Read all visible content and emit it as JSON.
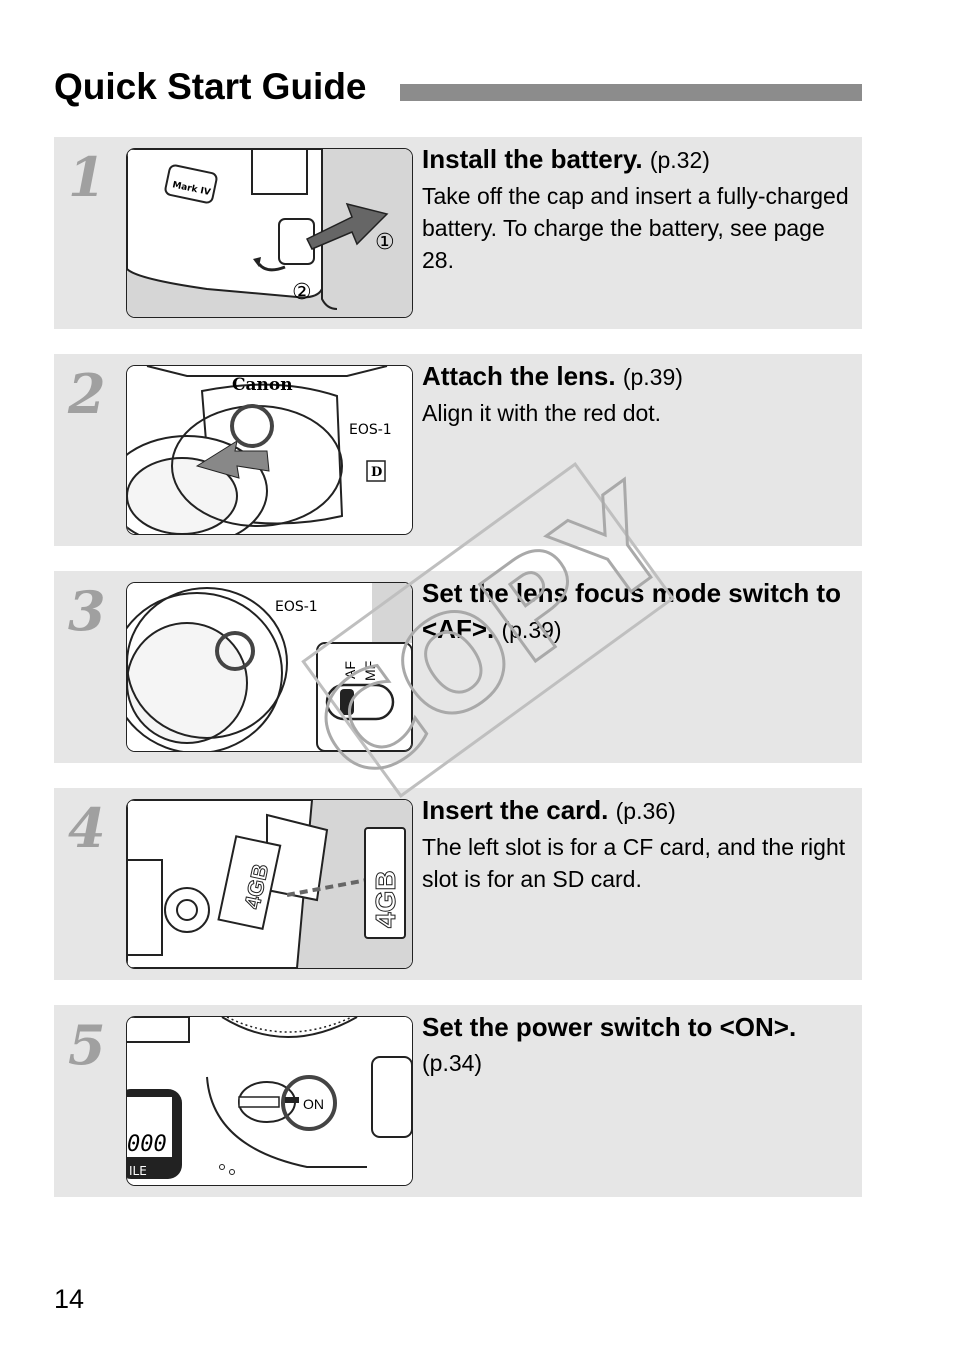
{
  "page": {
    "title": "Quick Start Guide",
    "number": "14",
    "watermark": "COPY"
  },
  "steps": [
    {
      "num": "1",
      "heading": "Install the battery.",
      "ref": "(p.32)",
      "body": "Take off the cap and insert a fully-charged battery. To charge the battery, see page 28.",
      "callouts": [
        "①",
        "②"
      ],
      "illus_labels": [
        "Mark IV"
      ]
    },
    {
      "num": "2",
      "heading": "Attach the lens.",
      "ref": "(p.39)",
      "body": "Align it with the red dot.",
      "illus_labels": [
        "Canon",
        "EOS-1",
        "D"
      ]
    },
    {
      "num": "3",
      "heading": "Set the lens focus mode switch to <AF>.",
      "ref": "(p.39)",
      "body": "",
      "illus_labels": [
        "EOS-1",
        "AF",
        "MF"
      ]
    },
    {
      "num": "4",
      "heading": "Insert the card.",
      "ref": "(p.36)",
      "body": "The left slot is for a CF card, and the right slot is for an SD card.",
      "illus_labels": [
        "4GB",
        "4GB"
      ]
    },
    {
      "num": "5",
      "heading": "Set the power switch to <ON>.",
      "ref": "(p.34)",
      "body": "",
      "illus_labels": [
        "ON",
        "000",
        "ILE"
      ]
    }
  ]
}
